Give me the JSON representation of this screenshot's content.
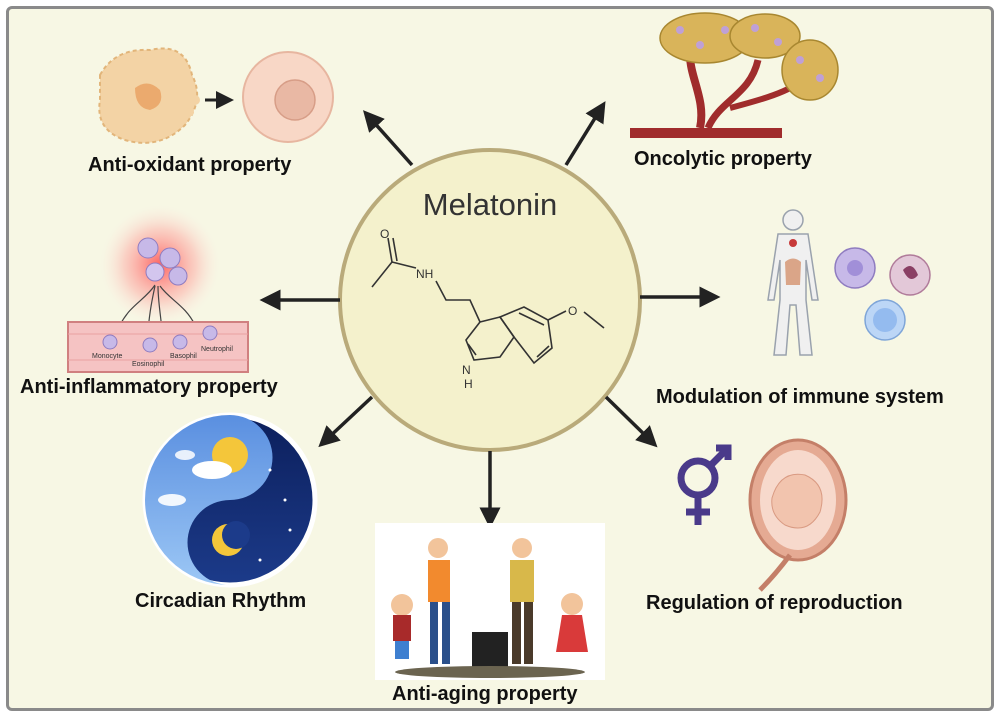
{
  "center": {
    "title": "Melatonin",
    "atom_nh": "NH",
    "atom_n": "N",
    "atom_h": "H",
    "atom_o_top": "O",
    "atom_o_right": "O"
  },
  "properties": [
    {
      "name": "antioxidant",
      "label": "Anti-oxidant property"
    },
    {
      "name": "oncolytic",
      "label": "Oncolytic property"
    },
    {
      "name": "antiinflammatory",
      "label": "Anti-inflammatory property"
    },
    {
      "name": "immune",
      "label": "Modulation of immune system"
    },
    {
      "name": "circadian",
      "label": "Circadian Rhythm"
    },
    {
      "name": "antiaging",
      "label": "Anti-aging property"
    },
    {
      "name": "reproduction",
      "label": "Regulation of reproduction"
    }
  ],
  "inflammation_cells": {
    "monocyte": "Monocyte",
    "eosinophil": "Eosinophil",
    "basophil": "Basophil",
    "neutrophil": "Neutrophil"
  },
  "colors": {
    "background": "#f7f7e4",
    "center_fill": "#f4f1cc",
    "center_stroke": "#b9aa7a",
    "arrow": "#222222",
    "vessel": "#a02c2c",
    "tumor": "#d9b45a",
    "reproduction_symbol": "#4a3a8a"
  }
}
